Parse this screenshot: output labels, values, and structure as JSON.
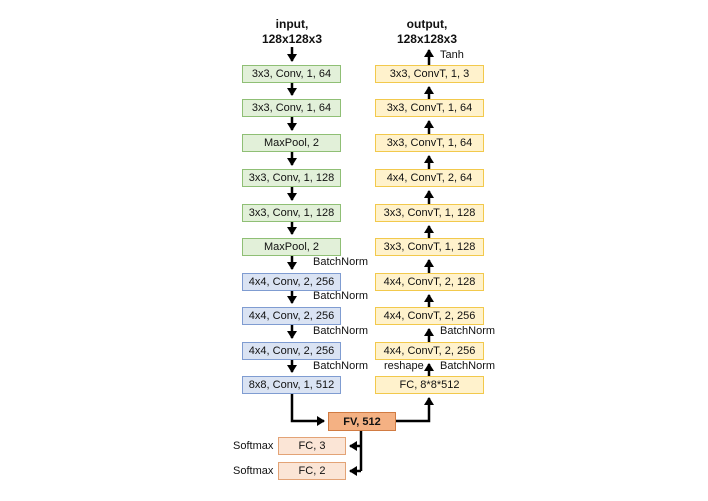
{
  "header": {
    "input_line1": "input,",
    "input_line2": "128x128x3",
    "output_line1": "output,",
    "output_line2": "128x128x3"
  },
  "encoder": [
    "3x3, Conv, 1, 64",
    "3x3, Conv, 1, 64",
    "MaxPool, 2",
    "3x3, Conv, 1, 128",
    "3x3, Conv, 1, 128",
    "MaxPool, 2",
    "4x4, Conv, 2, 256",
    "4x4, Conv, 2, 256",
    "4x4, Conv, 2, 256",
    "8x8, Conv, 1, 512"
  ],
  "decoder": [
    "3x3, ConvT, 1, 3",
    "3x3, ConvT, 1, 64",
    "3x3, ConvT, 1, 64",
    "4x4, ConvT, 2, 64",
    "3x3, ConvT, 1, 128",
    "3x3, ConvT, 1, 128",
    "4x4, ConvT, 2, 128",
    "4x4, ConvT, 2, 256",
    "4x4, ConvT, 2, 256",
    "FC, 8*8*512"
  ],
  "fv": "FV, 512",
  "heads": [
    "FC, 3",
    "FC, 2"
  ],
  "labels": {
    "batchnorm": "BatchNorm",
    "tanh": "Tanh",
    "reshape": "reshape",
    "softmax": "Softmax"
  },
  "colors": {
    "conv": "#e2f0d9",
    "convt": "#fff2cc",
    "downsample": "#dae3f3",
    "fc_head": "#fbe5d6",
    "feature_vector": "#f4b183",
    "arrow": "#000000"
  }
}
